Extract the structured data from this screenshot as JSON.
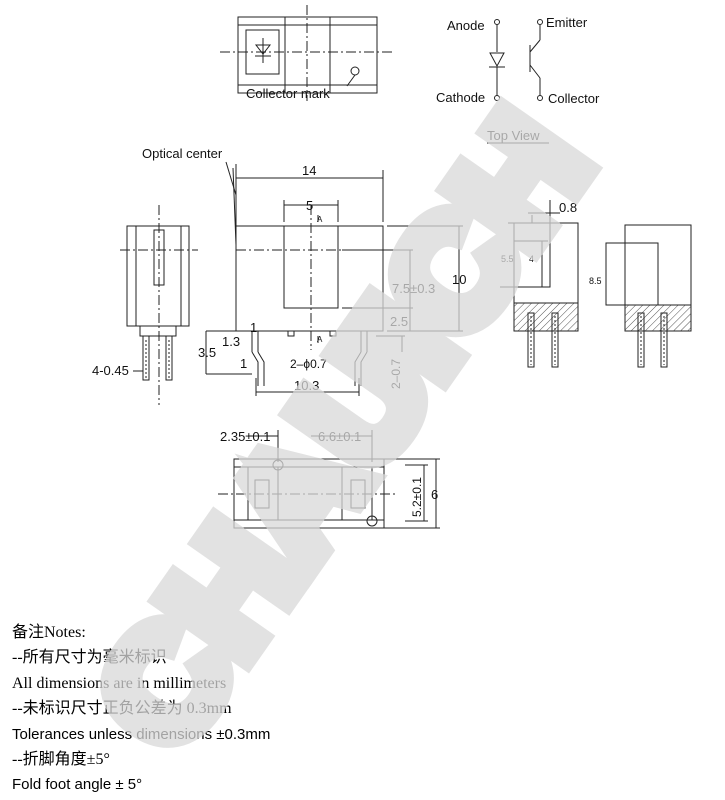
{
  "schematic": {
    "anode": "Anode",
    "cathode": "Cathode",
    "emitter": "Emitter",
    "collector": "Collector"
  },
  "labels": {
    "collector_mark": "Collector mark",
    "top_view": "Top View",
    "optical_center": "Optical center"
  },
  "dimensions": {
    "d14": "14",
    "d5": "5",
    "d10": "10",
    "d7_5": "7.5±0.3",
    "d2_5": "2.5",
    "d3_5": "3.5",
    "d1_3": "1.3",
    "d1a": "1",
    "d1b": "1",
    "d2_phi": "2–ϕ0.7",
    "d10_3": "10.3",
    "d2_07": "2–0.7",
    "d4_045": "4-0.45",
    "d0_8": "0.8",
    "d5_5": "5.5",
    "d4": "4",
    "d8_5": "8.5",
    "d2_35": "2.35±0.1",
    "d6_6": "6.6±0.1",
    "d5_2": "5.2±0.1",
    "d6": "6",
    "section_a_top": "A",
    "section_a_bottom": "A"
  },
  "notes": [
    "备注Notes:",
    "--所有尺寸为毫米标识",
    "All dimensions are in millimeters",
    "--未标识尺寸正负公差为  0.3mm",
    "Tolerances unless dimensions ±0.3mm",
    "--折脚角度±5°",
    "Fold foot angle ± 5°"
  ],
  "watermark": "CHAUICH",
  "colors": {
    "watermark": "#d9d9d9",
    "line": "#222222",
    "hatch": "#555555"
  }
}
